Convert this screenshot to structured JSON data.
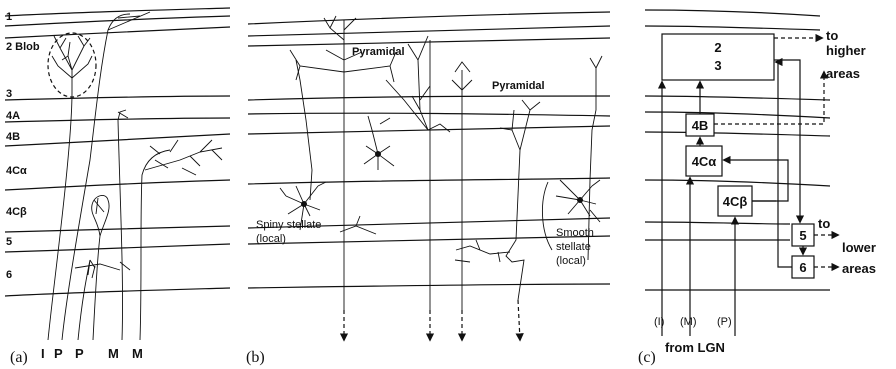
{
  "panel_a": {
    "label": "(a)",
    "layers": [
      "1",
      "2 Blob",
      "3",
      "4A",
      "4B",
      "4Cα",
      "4Cβ",
      "5",
      "6"
    ],
    "inputs": [
      "I",
      "P",
      "P",
      "M",
      "M"
    ]
  },
  "panel_b": {
    "label": "(b)",
    "pyramidal_1": "Pyramidal",
    "pyramidal_2": "Pyramidal",
    "spiny_line1": "Spiny stellate",
    "spiny_line2": "(local)",
    "smooth_line1": "Smooth",
    "smooth_line2": "stellate",
    "smooth_line3": "(local)"
  },
  "panel_c": {
    "label": "(c)",
    "box_23_line1": "2",
    "box_23_line2": "3",
    "box_4b": "4B",
    "box_4ca": "4Cα",
    "box_4cb": "4Cβ",
    "box_5": "5",
    "box_6": "6",
    "higher_1": "to",
    "higher_2": "higher",
    "higher_3": "areas",
    "lower_1": "to",
    "lower_2": "lower",
    "lower_3": "areas",
    "input_i": "(I)",
    "input_m": "(M)",
    "input_p": "(P)",
    "from_lgn": "from LGN"
  }
}
